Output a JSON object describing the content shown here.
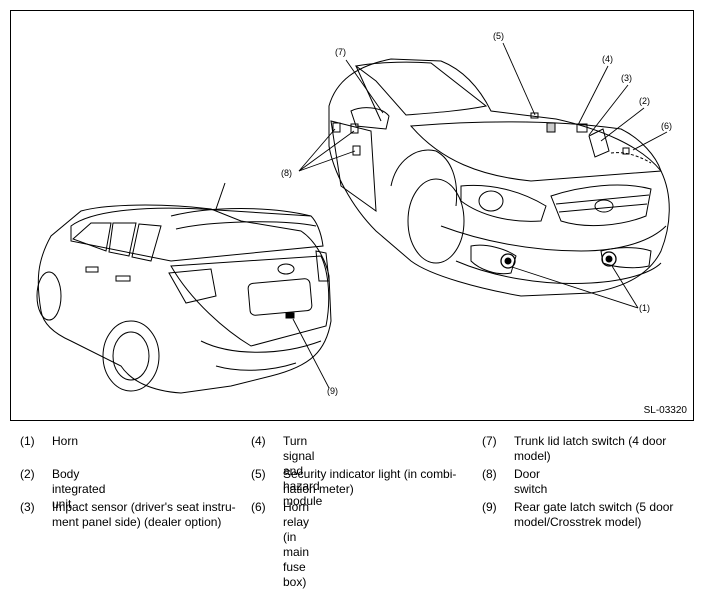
{
  "figure_id": "SL-03320",
  "callouts": [
    "(1)",
    "(2)",
    "(3)",
    "(4)",
    "(5)",
    "(6)",
    "(7)",
    "(8)",
    "(9)"
  ],
  "legend": [
    {
      "num": "(1)",
      "text": "Horn"
    },
    {
      "num": "(2)",
      "text": "Body integrated unit"
    },
    {
      "num": "(3)",
      "text": "Impact sensor (driver's seat instru-",
      "text2": "ment panel side) (dealer option)"
    },
    {
      "num": "(4)",
      "text": "Turn signal and hazard module"
    },
    {
      "num": "(5)",
      "text": "Security indicator light (in combi-",
      "text2": "nation meter)"
    },
    {
      "num": "(6)",
      "text": "Horn relay (in main fuse box)"
    },
    {
      "num": "(7)",
      "text": "Trunk lid latch switch (4 door",
      "text2": "model)"
    },
    {
      "num": "(8)",
      "text": "Door switch"
    },
    {
      "num": "(9)",
      "text": "Rear gate latch switch (5 door",
      "text2": "model/Crosstrek model)"
    }
  ]
}
